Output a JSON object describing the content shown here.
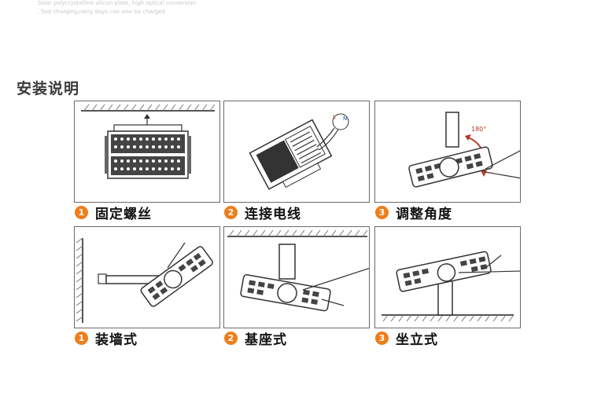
{
  "faint_text": [
    "Solar polycrystalline silicon plate, high optical conversion",
    ", fast charging,rainy days can also be charged"
  ],
  "section_title": "安装说明",
  "accent_color": "#ee7d1a",
  "steps": [
    {
      "number": "1",
      "label": "固定螺丝",
      "icon": "mounting-screws-illustration"
    },
    {
      "number": "2",
      "label": "连接电线",
      "icon": "wiring-illustration",
      "annotation": "L N"
    },
    {
      "number": "3",
      "label": "调整角度",
      "icon": "angle-adjust-illustration",
      "annotation": "180°"
    }
  ],
  "mounts": [
    {
      "number": "1",
      "label": "装墙式",
      "icon": "wall-mount-illustration"
    },
    {
      "number": "2",
      "label": "基座式",
      "icon": "ceiling-mount-illustration"
    },
    {
      "number": "3",
      "label": "坐立式",
      "icon": "floor-stand-illustration"
    }
  ]
}
